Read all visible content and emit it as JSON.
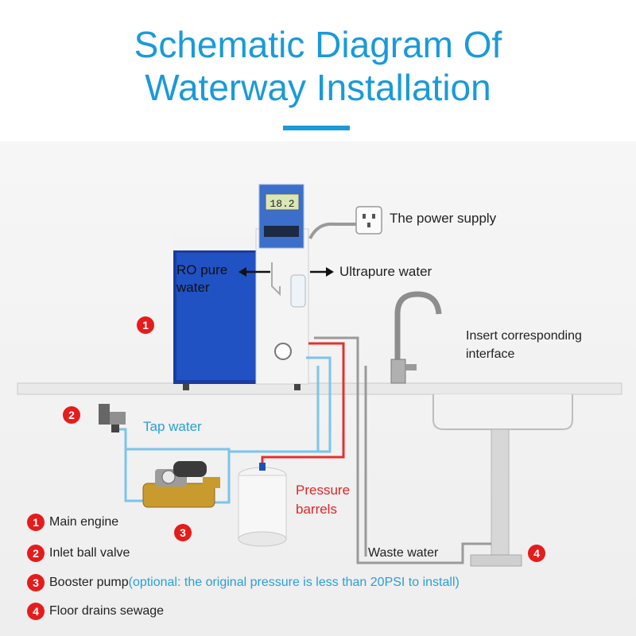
{
  "title": {
    "line1": "Schematic Diagram Of",
    "line2": "Waterway Installation"
  },
  "device": {
    "display_value": "18.2",
    "label_left": "RO pure\nwater",
    "label_left_line1": "RO pure",
    "label_left_line2": "water",
    "label_right": "Ultrapure water"
  },
  "labels": {
    "power_supply": "The power supply",
    "insert_interface_line1": "Insert corresponding",
    "insert_interface_line2": "interface",
    "tap_water": "Tap water",
    "pressure_barrels_line1": "Pressure",
    "pressure_barrels_line2": "barrels",
    "waste_water": "Waste water"
  },
  "badges": {
    "main_engine": "1",
    "inlet_ball_valve": "2",
    "booster_pump": "3",
    "floor_drains": "4"
  },
  "legend": [
    {
      "num": "1",
      "text": "Main engine",
      "note": ""
    },
    {
      "num": "2",
      "text": "Inlet ball valve",
      "note": ""
    },
    {
      "num": "3",
      "text": "Booster pump",
      "note": "(optional: the original pressure is less than 20PSI to install)"
    },
    {
      "num": "4",
      "text": "Floor drains sewage",
      "note": ""
    }
  ],
  "colors": {
    "accent": "#1a9ad9",
    "badge": "#e51c1c",
    "pipe_blue": "#7cc4ea",
    "pipe_red": "#e53030"
  }
}
